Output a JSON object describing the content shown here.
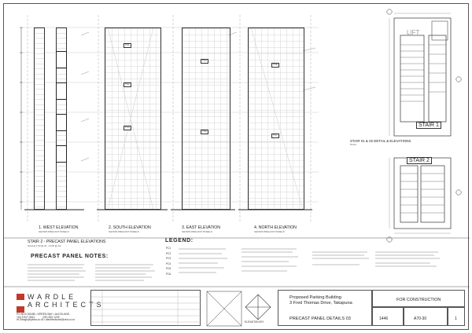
{
  "elevations": [
    {
      "title": "1. WEST ELEVATION",
      "subtitle": "SHOWS PRECAST PANELS"
    },
    {
      "title": "2. SOUTH ELEVATION",
      "subtitle": "SHOWS PRECAST PANELS"
    },
    {
      "title": "3. EAST ELEVATION",
      "subtitle": "SHOWS PRECAST PANELS"
    },
    {
      "title": "4. NORTH ELEVATION",
      "subtitle": "SHOWS PRECAST PANELS"
    }
  ],
  "stair_section_title": "STAIR 2 - PRECAST PANEL ELEVATIONS",
  "stair_section_scale": "SCALE 1:50 @ A1, 1:100 @ A3",
  "stair_detail": {
    "title": "STAIR 01 & 02 DETAIL & ELEVATIONS",
    "sub": "PLAN",
    "stair1_label": "STAIR 1",
    "stair2_label": "STAIR 2",
    "lift_label": "LIFT"
  },
  "legend": {
    "title": "LEGEND:",
    "codes": [
      "PC1",
      "PC2",
      "PC3",
      "PC4",
      "PC5",
      "PC6"
    ]
  },
  "notes": {
    "title": "PRECAST PANEL NOTES:"
  },
  "firm": {
    "name_line1": "WARDLE",
    "name_line2": "ARCHITECTS",
    "address": "PO BOX 80188 • GREEN BAY • AUCKLAND",
    "phone": "+64 9 817 9611",
    "fax": "(09) 353 1249",
    "email": "W.Oleagh@ipistra.co.nz • wardlewiscedl@xtra.co.nz"
  },
  "title_block": {
    "project": "Proposed Parking Building",
    "address": "3 Fred Thomas Drive, Takapuna",
    "sheet_title": "PRECAST PANEL DETAILS 03",
    "status": "FOR CONSTRUCTION",
    "job_no": "1446",
    "drawing_no": "A70-30",
    "revision": "1"
  },
  "north_label": "ELEVATION KEY",
  "panel_tags": [
    "P01",
    "P02",
    "P03",
    "P04",
    "P05",
    "P06",
    "P07"
  ]
}
